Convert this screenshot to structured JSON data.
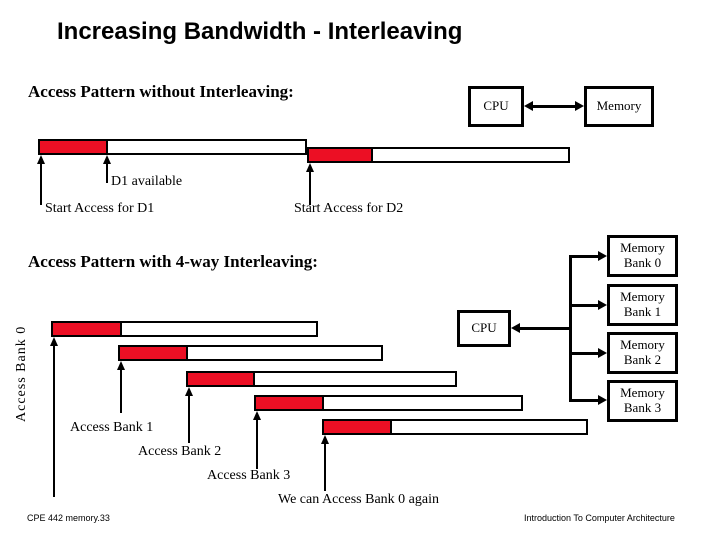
{
  "slide": {
    "title": "Increasing Bandwidth - Interleaving",
    "accent_red": "#ec0f24",
    "ink": "#000000",
    "background": "#ffffff"
  },
  "section_without": {
    "heading": "Access Pattern without Interleaving:",
    "diagram": {
      "cpu_label": "CPU",
      "memory_label": "Memory"
    },
    "labels": {
      "d1_available": "D1 available",
      "start_d1": "Start Access for D1",
      "start_d2": "Start Access for D2"
    }
  },
  "section_with": {
    "heading": "Access Pattern with 4-way Interleaving:",
    "diagram": {
      "cpu_label": "CPU",
      "banks": [
        {
          "line1": "Memory",
          "line2": "Bank 0"
        },
        {
          "line1": "Memory",
          "line2": "Bank 1"
        },
        {
          "line1": "Memory",
          "line2": "Bank 2"
        },
        {
          "line1": "Memory",
          "line2": "Bank 3"
        }
      ]
    },
    "axis_label": "Access Bank 0",
    "labels": {
      "bank1": "Access Bank 1",
      "bank2": "Access Bank 2",
      "bank3": "Access Bank 3",
      "again": "We can Access Bank 0 again"
    }
  },
  "footer": {
    "left": "CPE 442  memory.33",
    "right": "Introduction To Computer Architecture"
  }
}
